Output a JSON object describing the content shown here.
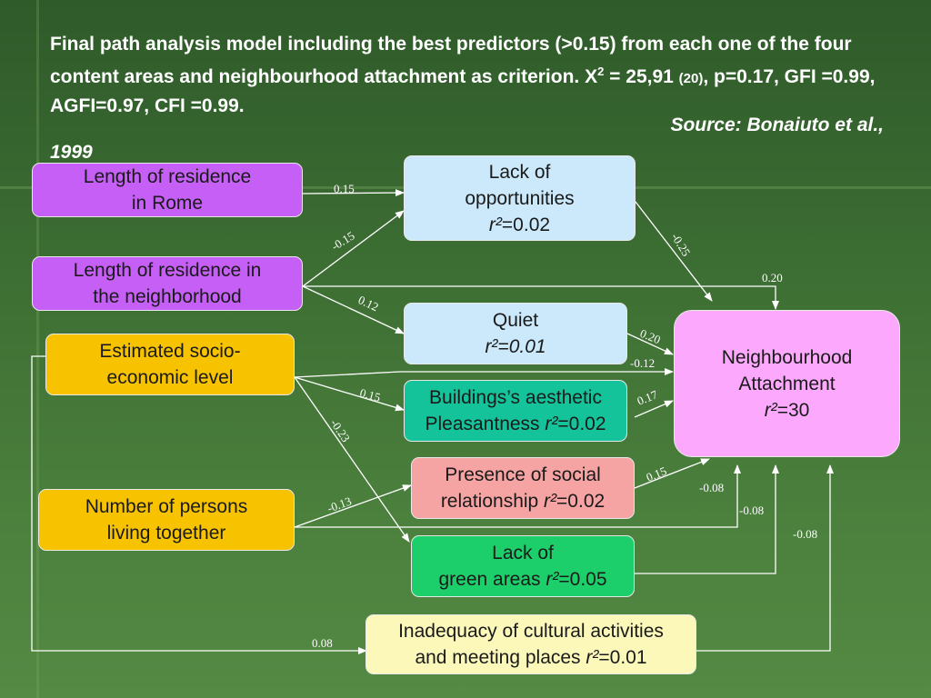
{
  "title": {
    "line_a": "Final path analysis model including the best predictors (>0.15) from each one of the four content areas and neighbourhood attachment as criterion. X",
    "sup": "2",
    "line_b": " = 25,91 ",
    "df": "(20)",
    "line_c": ", p=0.17, GFI =0.99, AGFI=0.97, CFI =0.99.",
    "source": "Source: Bonaiuto et al.,",
    "year": "1999"
  },
  "nodes": {
    "rome": {
      "text": "Length of residence\nin Rome",
      "color": "#c55ff5"
    },
    "neigh": {
      "text": "Length of residence in\nthe neighborhood",
      "color": "#c55ff5"
    },
    "ses": {
      "text": "Estimated socio-\neconomic level",
      "color": "#f7c300"
    },
    "persons": {
      "text": "Number of persons\nliving together",
      "color": "#f7c300"
    },
    "lack_opp": {
      "line1": "Lack of\nopportunities",
      "r": "r²",
      "val": "=0.02",
      "color": "#cbe9fb"
    },
    "quiet": {
      "line1": "Quiet",
      "r": "r²=0.01",
      "color": "#cbe9fb"
    },
    "buildings": {
      "line1": "Buildings’s aesthetic\nPleasantness ",
      "r": "r²",
      "val": "=0.02",
      "color": "#14c39a"
    },
    "social": {
      "line1": "Presence of social\nrelationship ",
      "r": "r²",
      "val": "=0.02",
      "color": "#f6a3a3"
    },
    "green": {
      "line1": "Lack of\ngreen areas ",
      "r": "r²",
      "val": "=0.05",
      "color": "#1ccf6a"
    },
    "cultural": {
      "line1": "Inadequacy of cultural activities\nand meeting places ",
      "r": "r²",
      "val": "=0.01",
      "color": "#fbf8ba"
    },
    "attach": {
      "line1": "Neighbourhood\nAttachment",
      "r": "r²",
      "val": "=30",
      "color": "#fca8fc"
    }
  },
  "coefficients": {
    "rome_lackopp": "0.15",
    "neigh_lackopp": "-0.15",
    "neigh_quiet": "0.12",
    "neigh_attach": "0.20",
    "lackopp_attach": "-0.25",
    "quiet_attach": "0.20",
    "ses_attach": "-0.12",
    "buildings_attach": "0.17",
    "ses_buildings": "0.15",
    "ses_green": "-0.23",
    "persons_social": "-0.13",
    "social_attach": "0.15",
    "persons_attach": "-0.08",
    "green_attach": "-0.08",
    "cultural_attach": "-0.08",
    "ses_cultural": "0.08"
  }
}
